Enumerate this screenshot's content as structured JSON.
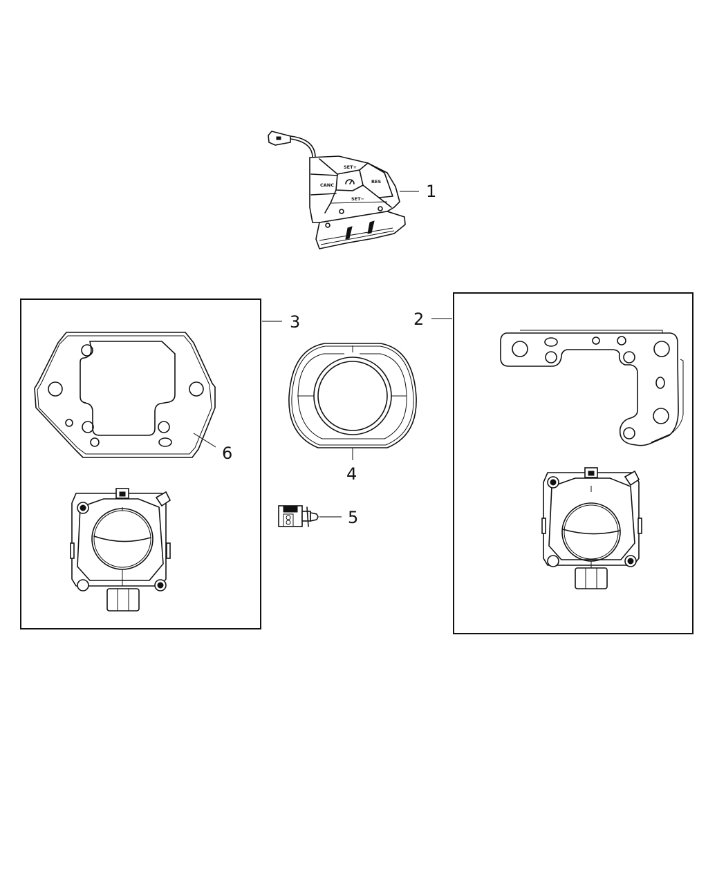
{
  "diagram": {
    "type": "exploded-parts-diagram",
    "callouts": [
      {
        "id": "1",
        "label": "1",
        "part": "steering-wheel-speed-control-switch"
      },
      {
        "id": "2",
        "label": "2",
        "part": "radar-sensor-with-bracket-assembly-right"
      },
      {
        "id": "3",
        "label": "3",
        "part": "radar-sensor-with-bracket-assembly-left"
      },
      {
        "id": "4",
        "label": "4",
        "part": "sensor-cover-ring"
      },
      {
        "id": "5",
        "label": "5",
        "part": "wiring-connector"
      },
      {
        "id": "6",
        "label": "6",
        "part": "hexagonal-mounting-bracket"
      }
    ],
    "switch_buttons": {
      "set_plus": "SET+",
      "set_minus": "SET−",
      "cancel": "CANC",
      "resume": "RES",
      "center_icon": "cruise-control-icon"
    }
  }
}
